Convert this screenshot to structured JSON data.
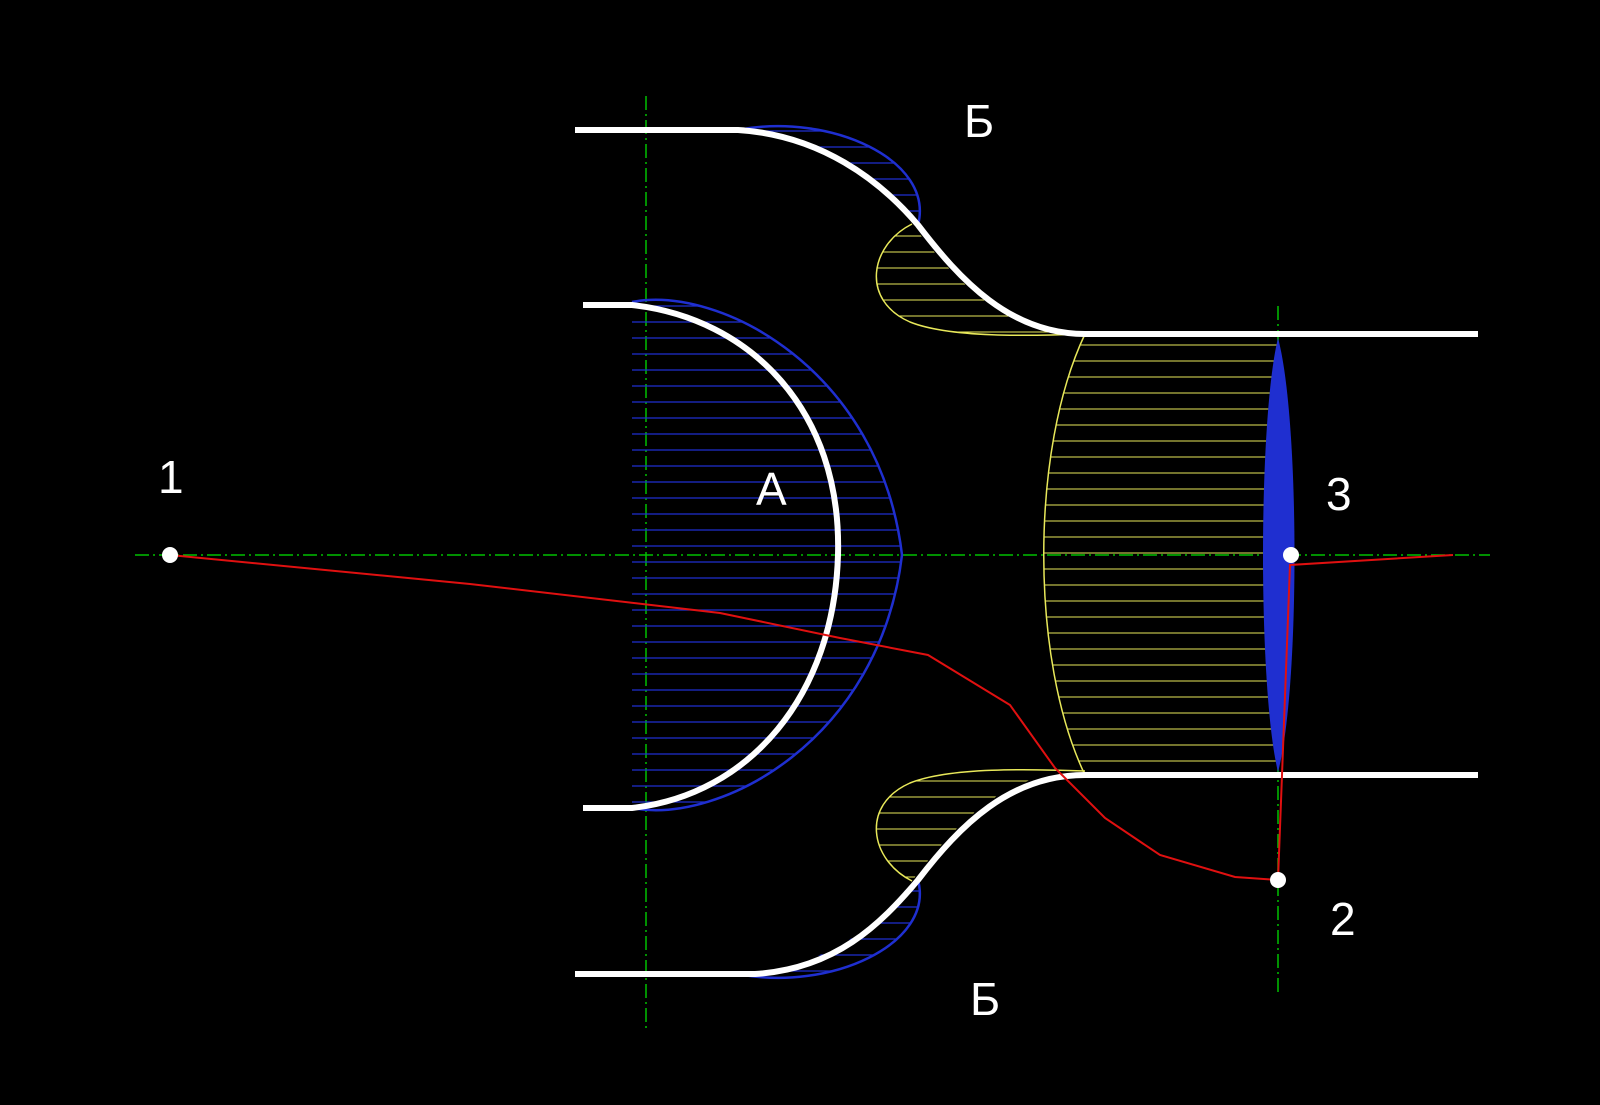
{
  "labels": {
    "point_1": "1",
    "point_2": "2",
    "point_3": "3",
    "region_a": "А",
    "region_b_top": "Б",
    "region_b_bottom": "Б"
  },
  "colors": {
    "background": "#000000",
    "contour": "#ffffff",
    "axis": "#00c000",
    "blue_hatch": "#1f2fd0",
    "yellow_hatch": "#e8e85a",
    "path": "#e01010",
    "point": "#ffffff"
  }
}
